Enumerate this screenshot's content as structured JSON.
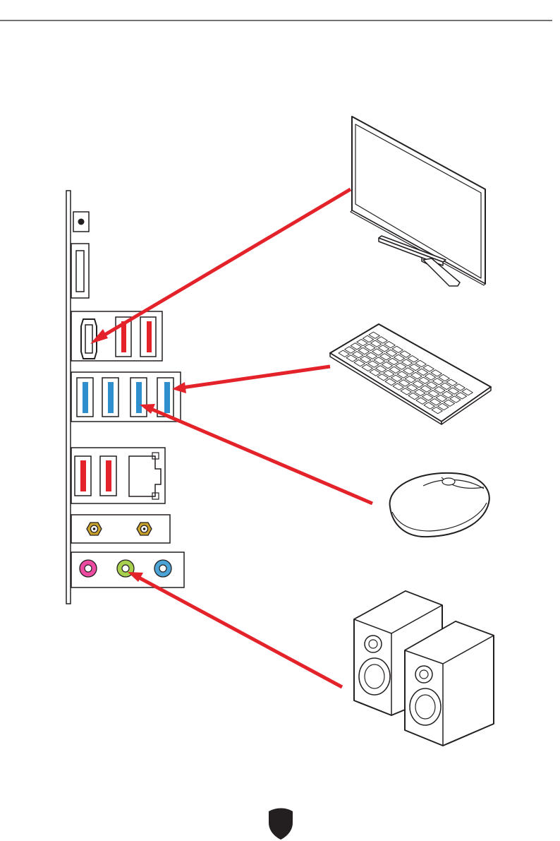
{
  "colors": {
    "arrow": "#e3222a",
    "usb2": "#e3222a",
    "usb3": "#2f8fcd",
    "audio_line_in": "#ec4aa0",
    "audio_line_out": "#a6d04d",
    "audio_mic": "#4ba3d6",
    "antenna": "#c9a22c",
    "outline": "#231f20"
  },
  "icons": {
    "io_panel": "rear-io-panel-icon",
    "monitor": "monitor-icon",
    "keyboard": "keyboard-icon",
    "mouse": "mouse-icon",
    "speakers": "speakers-icon",
    "footer_logo": "shield-logo-icon"
  },
  "connections": [
    {
      "device": "monitor-icon",
      "port": "hdmi-port"
    },
    {
      "device": "keyboard-icon",
      "port": "usb-port-4"
    },
    {
      "device": "mouse-icon",
      "port": "usb-port-3"
    },
    {
      "device": "speakers-icon",
      "port": "audio-line-out-jack"
    }
  ]
}
